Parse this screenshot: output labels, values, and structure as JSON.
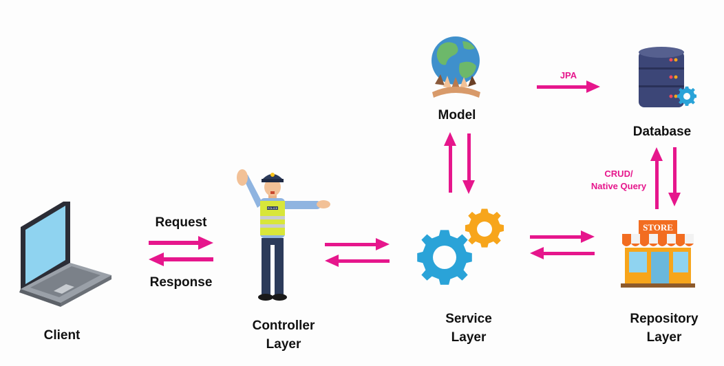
{
  "nodes": {
    "client": "Client",
    "controller_line1": "Controller",
    "controller_line2": "Layer",
    "service_line1": "Service",
    "service_line2": "Layer",
    "repository_line1": "Repository",
    "repository_line2": "Layer",
    "model": "Model",
    "database": "Database"
  },
  "edges": {
    "request": "Request",
    "response": "Response",
    "jpa": "JPA",
    "crud_line1": "CRUD/",
    "crud_line2": "Native Query"
  },
  "store_sign": "STORE",
  "police_badge": "POLICE",
  "colors": {
    "arrow": "#e6168c",
    "gear_blue": "#2aa3d8",
    "gear_orange": "#f7a51b",
    "laptop_screen": "#8fd3f0",
    "database_body": "#3c4677"
  },
  "icons": [
    "laptop-icon",
    "police-officer-icon",
    "gears-icon",
    "store-icon",
    "globe-hands-icon",
    "database-icon"
  ]
}
